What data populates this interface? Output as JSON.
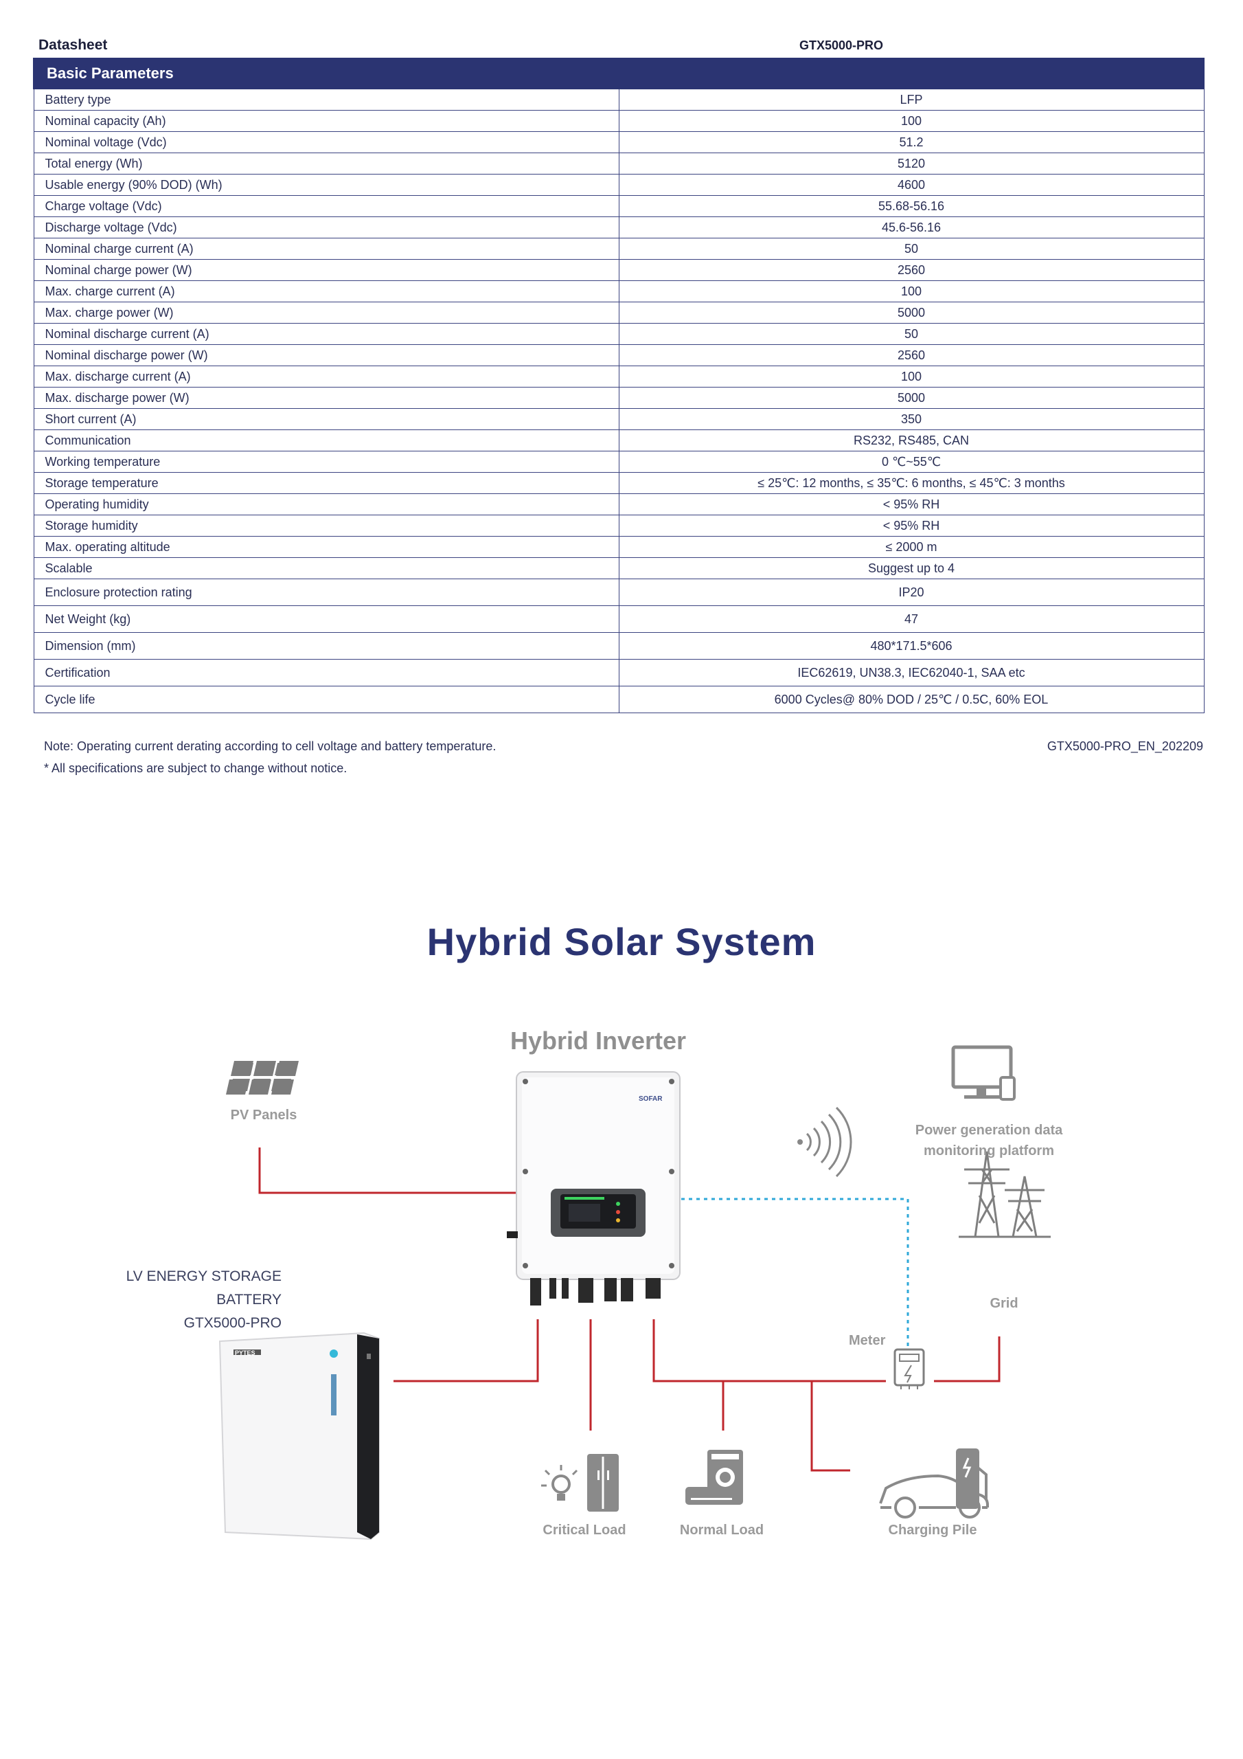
{
  "header": {
    "datasheet_label": "Datasheet",
    "model": "GTX5000-PRO"
  },
  "table": {
    "section_title": "Basic Parameters",
    "rows": [
      {
        "k": "Battery type",
        "v": "LFP"
      },
      {
        "k": "Nominal capacity (Ah)",
        "v": "100"
      },
      {
        "k": "Nominal voltage (Vdc)",
        "v": "51.2"
      },
      {
        "k": "Total energy (Wh)",
        "v": "5120"
      },
      {
        "k": "Usable energy (90% DOD) (Wh)",
        "v": "4600"
      },
      {
        "k": "Charge voltage (Vdc)",
        "v": "55.68-56.16"
      },
      {
        "k": "Discharge voltage (Vdc)",
        "v": "45.6-56.16"
      },
      {
        "k": "Nominal charge current (A)",
        "v": "50"
      },
      {
        "k": "Nominal charge power (W)",
        "v": "2560"
      },
      {
        "k": "Max. charge current (A)",
        "v": "100"
      },
      {
        "k": "Max. charge power (W)",
        "v": "5000"
      },
      {
        "k": "Nominal discharge current (A)",
        "v": "50"
      },
      {
        "k": "Nominal discharge power (W)",
        "v": "2560"
      },
      {
        "k": "Max. discharge current (A)",
        "v": "100"
      },
      {
        "k": "Max. discharge power (W)",
        "v": "5000"
      },
      {
        "k": "Short current (A)",
        "v": "350"
      },
      {
        "k": "Communication",
        "v": "RS232, RS485, CAN"
      },
      {
        "k": "Working temperature",
        "v": "0 ℃~55℃"
      },
      {
        "k": "Storage temperature",
        "v": "≤ 25℃: 12 months, ≤ 35℃: 6 months, ≤ 45℃: 3 months"
      },
      {
        "k": "Operating humidity",
        "v": "< 95% RH"
      },
      {
        "k": "Storage humidity",
        "v": "< 95% RH"
      },
      {
        "k": "Max. operating altitude",
        "v": "≤ 2000 m"
      },
      {
        "k": "Scalable",
        "v": "Suggest up to 4"
      },
      {
        "k": "Enclosure protection rating",
        "v": "IP20"
      },
      {
        "k": "Net Weight (kg)",
        "v": "47"
      },
      {
        "k": "Dimension (mm)",
        "v": "480*171.5*606"
      },
      {
        "k": "Certification",
        "v": "IEC62619, UN38.3, IEC62040-1, SAA etc"
      },
      {
        "k": "Cycle life",
        "v": "6000 Cycles@ 80% DOD / 25℃ / 0.5C, 60% EOL"
      }
    ]
  },
  "footer": {
    "note": "Note: Operating current derating according to cell voltage and battery temperature.",
    "doc_code": "GTX5000-PRO_EN_202209",
    "disclaimer": "* All specifications are subject to change without notice."
  },
  "diagram": {
    "title": "Hybrid Solar System",
    "hybrid_inverter": "Hybrid Inverter",
    "inverter_brand": "SOFAR",
    "battery_brand": "PYTES",
    "pv_panels": "PV Panels",
    "monitoring_line1": "Power generation data",
    "monitoring_line2": "monitoring platform",
    "grid": "Grid",
    "meter": "Meter",
    "storage_line1": "LV ENERGY STORAGE",
    "storage_line2": "BATTERY",
    "storage_line3": "GTX5000-PRO",
    "critical_load": "Critical Load",
    "normal_load": "Normal Load",
    "charging_pile": "Charging Pile",
    "colors": {
      "line": "#c0272d",
      "comm": "#2fa8d8",
      "navy": "#2b3472",
      "icon": "#8a8a8a"
    }
  }
}
